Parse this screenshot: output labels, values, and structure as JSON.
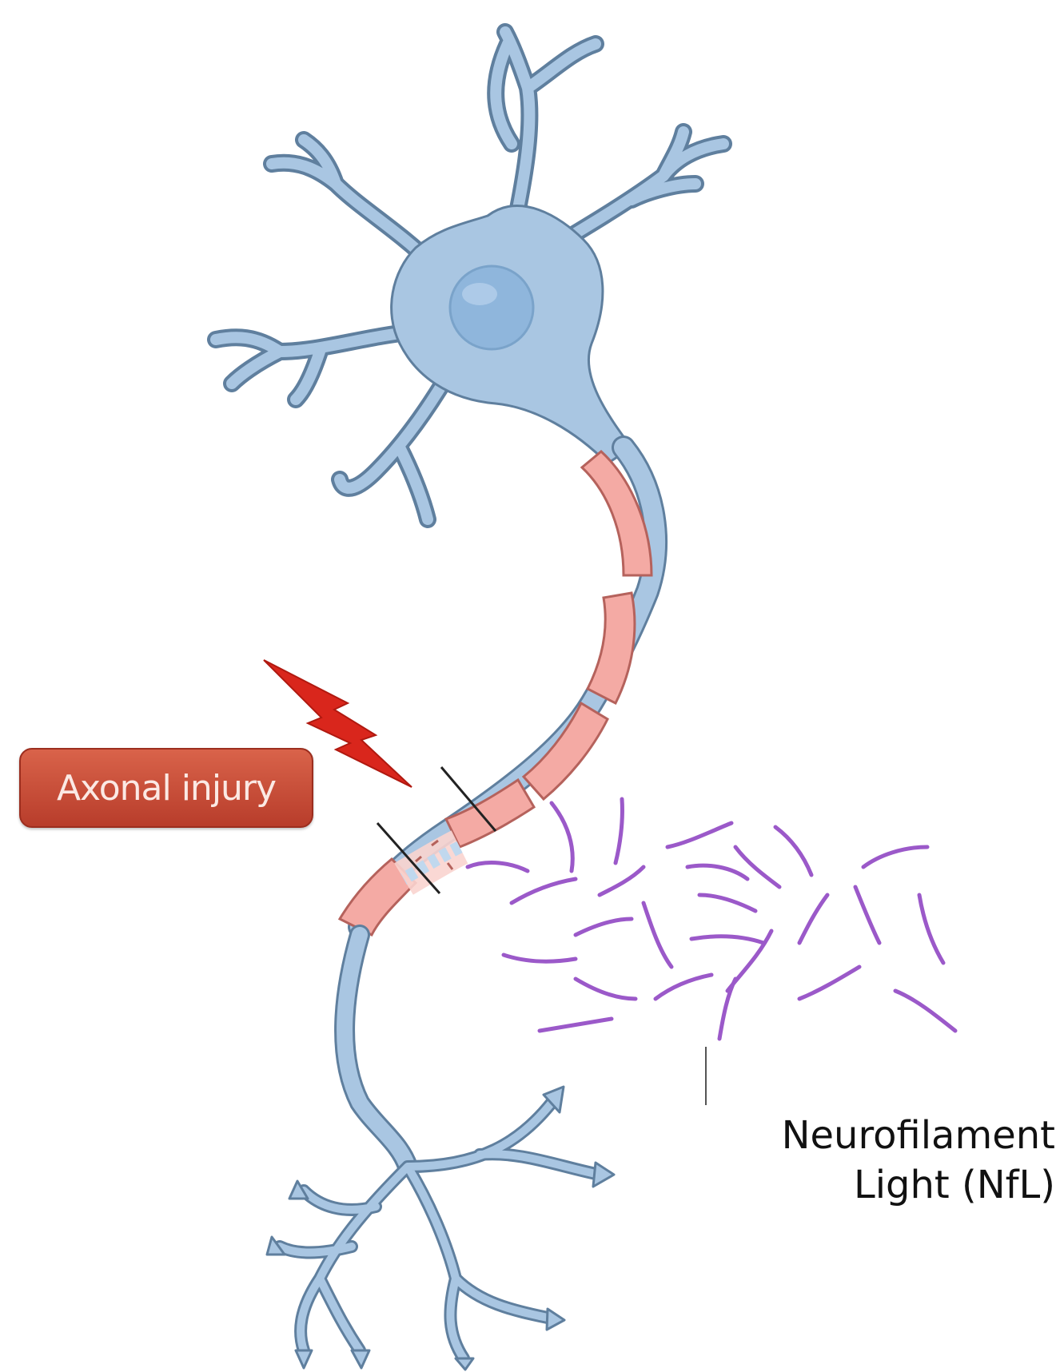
{
  "labels": {
    "injury": "Axonal injury",
    "nfl_line1": "Neurofilament",
    "nfl_line2": "Light (NfL)"
  },
  "colors": {
    "neuron_fill": "#a9c6e2",
    "neuron_stroke": "#5f7f9e",
    "myelin_fill": "#f4aaa4",
    "myelin_stroke": "#b5625c",
    "nucleus": "#8fb6dc",
    "injury_bolt": "#d9261c",
    "neurofilament": "#9b59c9"
  },
  "icons": [
    "lightning-bolt-icon"
  ]
}
